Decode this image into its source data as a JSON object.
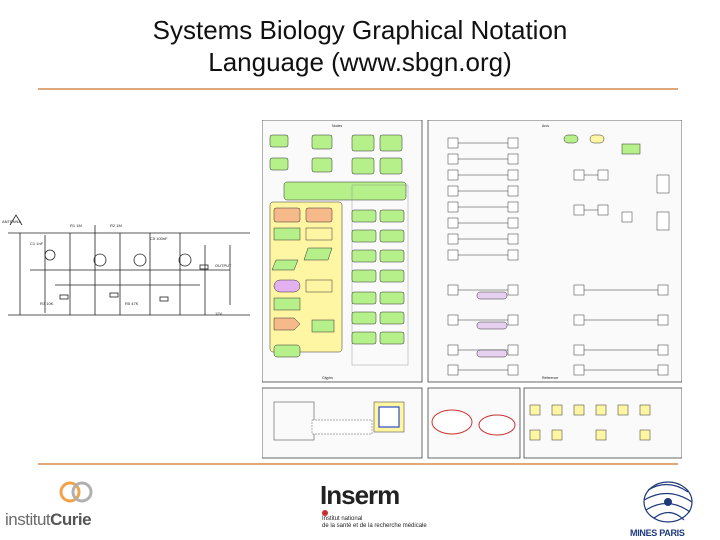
{
  "slide": {
    "title_line1": "Systems Biology Graphical Notation",
    "title_line2": "Language (www.sbgn.org)"
  },
  "logos": {
    "curie_prefix": "institut",
    "curie_name": "Curie",
    "inserm_name": "Inserm",
    "inserm_line1": "Institut national",
    "inserm_line2": "de la santé et de la recherche médicale",
    "mines_name": "MINES PARIS"
  },
  "colors": {
    "rule": "#e0a77d",
    "sbgn_green": "#b6f08a",
    "sbgn_yellow": "#fff6a3",
    "sbgn_orange": "#f6b98a"
  }
}
